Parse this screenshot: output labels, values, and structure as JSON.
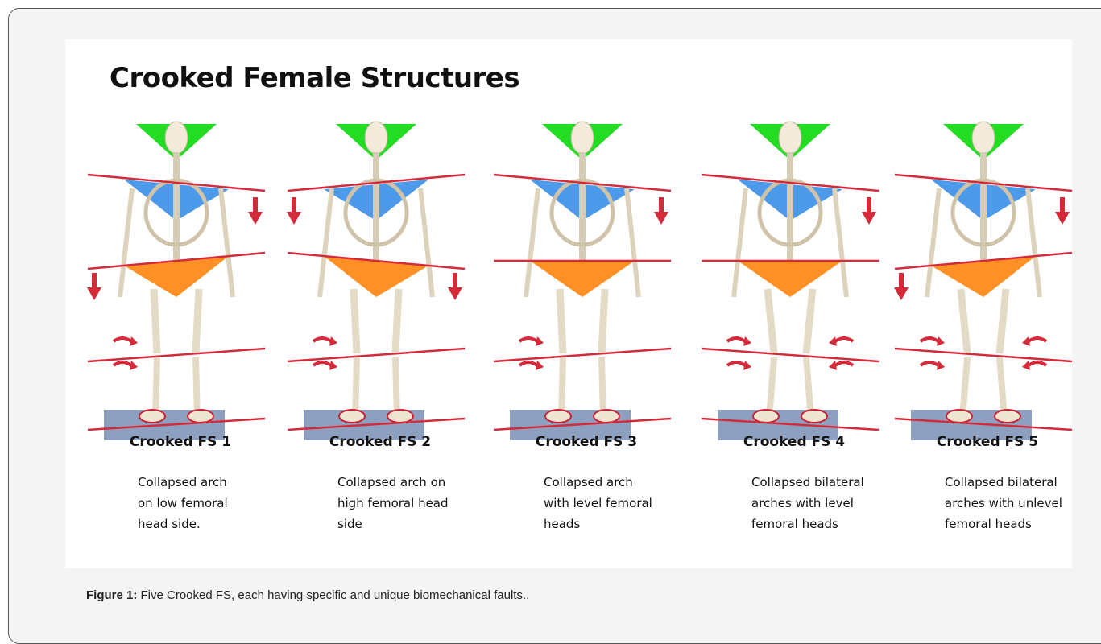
{
  "figure": {
    "title": "Crooked Female Structures",
    "panels": [
      {
        "label": "Crooked FS 1",
        "desc_lines": [
          "Collapsed  arch",
          "on low femoral",
          "head side."
        ],
        "shoulder_tilt": 1,
        "pelvis_tilt": -1,
        "knee_tilt": -1,
        "foot_tilt": -1,
        "bilateral": false
      },
      {
        "label": "Crooked FS 2",
        "desc_lines": [
          "Collapsed arch on",
          "high femoral head",
          "side"
        ],
        "shoulder_tilt": -1,
        "pelvis_tilt": 1,
        "knee_tilt": -1,
        "foot_tilt": -1,
        "bilateral": false
      },
      {
        "label": "Crooked FS 3",
        "desc_lines": [
          "Collapsed arch",
          "with level femoral",
          "heads"
        ],
        "shoulder_tilt": 1,
        "pelvis_tilt": 0,
        "knee_tilt": -1,
        "foot_tilt": -1,
        "bilateral": false
      },
      {
        "label": "Crooked FS 4",
        "desc_lines": [
          "Collapsed bilateral",
          "arches with level",
          "femoral heads"
        ],
        "shoulder_tilt": 1,
        "pelvis_tilt": 0,
        "knee_tilt": 1,
        "foot_tilt": 1,
        "bilateral": true
      },
      {
        "label": "Crooked FS 5",
        "desc_lines": [
          "Collapsed bilateral",
          "arches with unlevel",
          "femoral heads"
        ],
        "shoulder_tilt": 1,
        "pelvis_tilt": -1,
        "knee_tilt": 1,
        "foot_tilt": 1,
        "bilateral": true
      }
    ]
  },
  "caption": {
    "prefix": "Figure 1:",
    "text": " Five Crooked FS, each having specific and unique biomechanical faults.."
  },
  "colors": {
    "neck_triangle": "#22dd22",
    "shoulder_triangle": "#3a8fe8",
    "pelvis_triangle": "#ff8a1a",
    "line": "#d42a3a",
    "arrow": "#d42a3a",
    "floor": "#8ea0bf"
  }
}
